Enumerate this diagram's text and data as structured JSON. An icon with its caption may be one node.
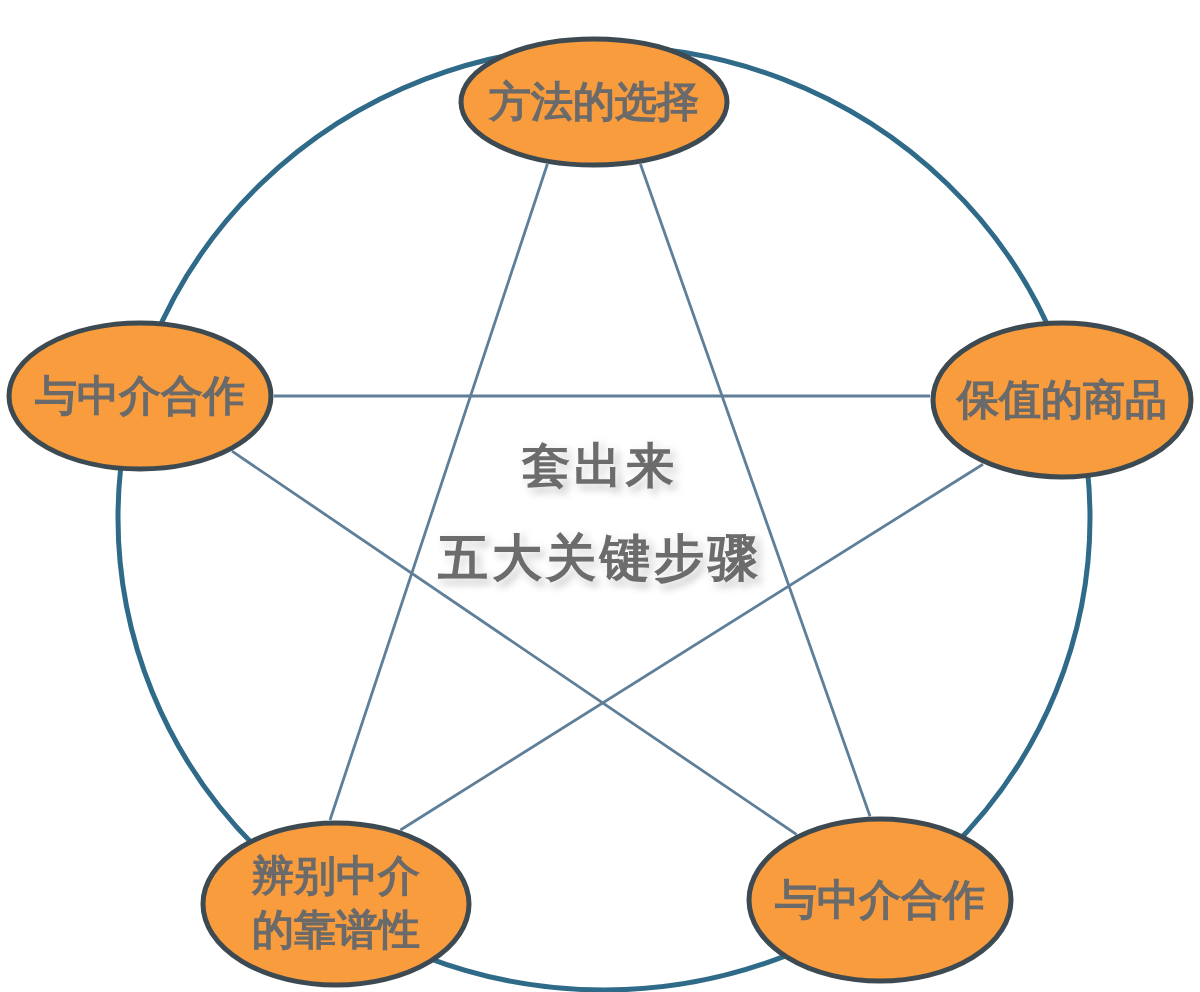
{
  "diagram": {
    "nodes": [
      {
        "text": [
          "方法的选择"
        ]
      },
      {
        "text": [
          "与中介合作"
        ]
      },
      {
        "text": [
          "保值的商品"
        ]
      },
      {
        "text": [
          "辨别中介的靠谱性"
        ]
      },
      {
        "text": [
          "与中介合作"
        ]
      }
    ],
    "edges": [
      {
        "from": 0,
        "to": 3,
        "arrow": "none"
      },
      {
        "from": 0,
        "to": 4,
        "arrow": "none"
      },
      {
        "from": 1,
        "to": 2,
        "arrow": "none"
      },
      {
        "from": 1,
        "to": 4,
        "arrow": "none"
      },
      {
        "from": 2,
        "to": 3,
        "arrow": "none"
      }
    ],
    "labels": [
      "套出来",
      "五大关键步骤"
    ]
  }
}
